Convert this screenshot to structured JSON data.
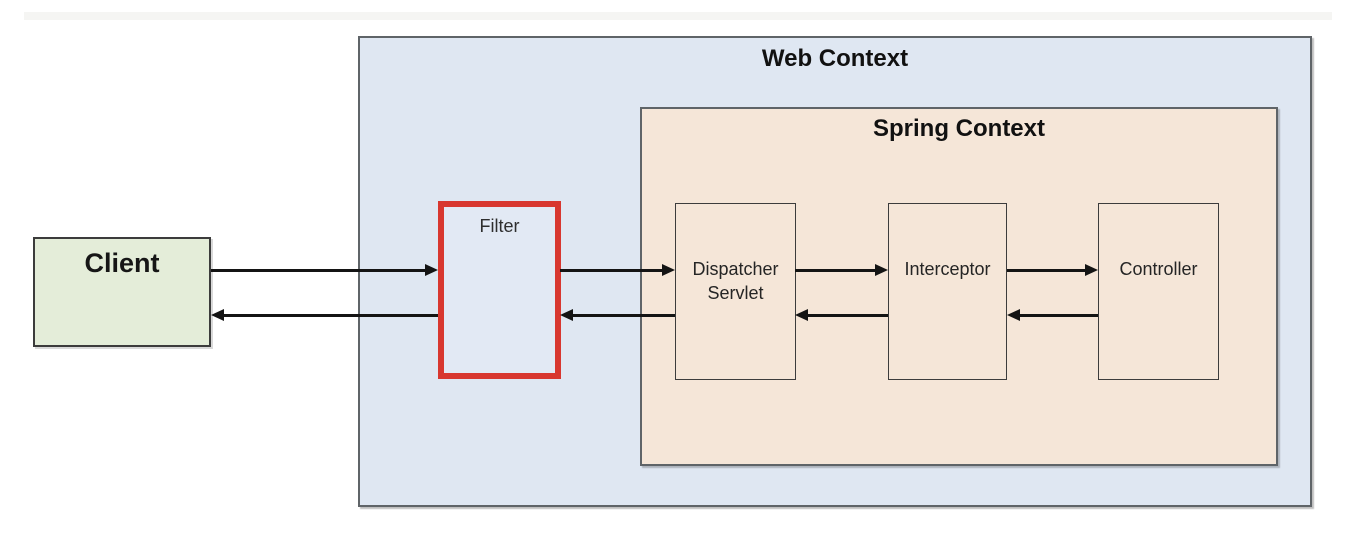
{
  "diagram": {
    "client": {
      "label": "Client",
      "fill": "#e4edd9"
    },
    "web_context": {
      "label": "Web Context",
      "fill": "#dfe7f2"
    },
    "filter": {
      "label": "Filter",
      "fill": "#e2e9f4",
      "border_color": "#d8372f"
    },
    "spring_context": {
      "label": "Spring Context",
      "fill": "#f5e6d8"
    },
    "dispatcher_servlet": {
      "label": "Dispatcher Servlet"
    },
    "interceptor": {
      "label": "Interceptor"
    },
    "controller": {
      "label": "Controller"
    },
    "edges": [
      {
        "from": "Client",
        "to": "Filter",
        "dir": "right"
      },
      {
        "from": "Filter",
        "to": "Dispatcher Servlet",
        "dir": "right"
      },
      {
        "from": "Dispatcher Servlet",
        "to": "Interceptor",
        "dir": "right"
      },
      {
        "from": "Interceptor",
        "to": "Controller",
        "dir": "right"
      },
      {
        "from": "Controller",
        "to": "Interceptor",
        "dir": "left"
      },
      {
        "from": "Interceptor",
        "to": "Dispatcher Servlet",
        "dir": "left"
      },
      {
        "from": "Dispatcher Servlet",
        "to": "Filter",
        "dir": "left"
      },
      {
        "from": "Filter",
        "to": "Client",
        "dir": "left"
      }
    ],
    "colors": {
      "arrow": "#141414",
      "box_border": "#3c3c3c",
      "big_box_border": "#5f6468",
      "strip_fill": "#f5f5f3"
    }
  }
}
